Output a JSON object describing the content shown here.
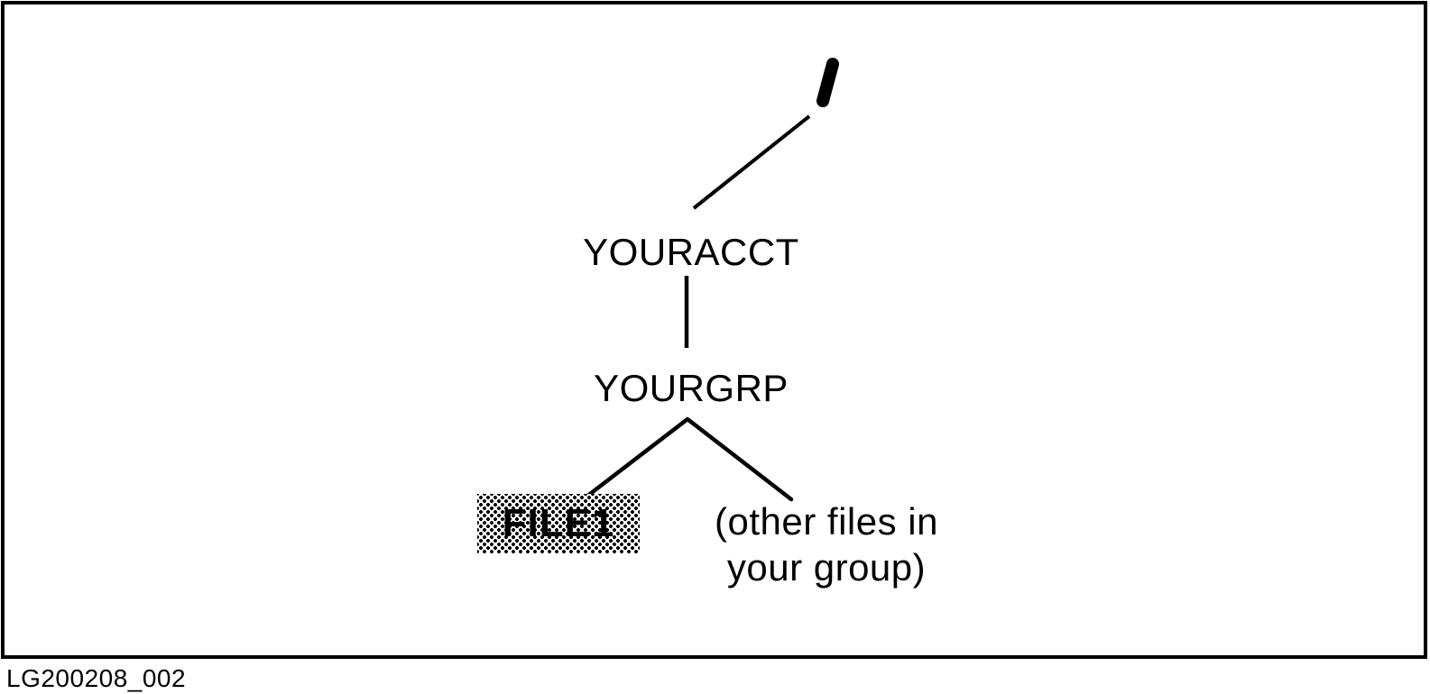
{
  "figure": {
    "caption": "LG200208_002",
    "colors": {
      "ink": "#000000",
      "background": "#ffffff"
    }
  },
  "tree": {
    "root": {
      "label": "/"
    },
    "account": {
      "label": "YOURACCT"
    },
    "group": {
      "label": "YOURGRP"
    },
    "file": {
      "label": "FILE1",
      "highlighted": true
    },
    "other_files": {
      "lines": [
        "(other files in",
        "your group)"
      ]
    },
    "edges": [
      [
        "root",
        "account"
      ],
      [
        "account",
        "group"
      ],
      [
        "group",
        "file"
      ],
      [
        "group",
        "other_files"
      ]
    ]
  }
}
